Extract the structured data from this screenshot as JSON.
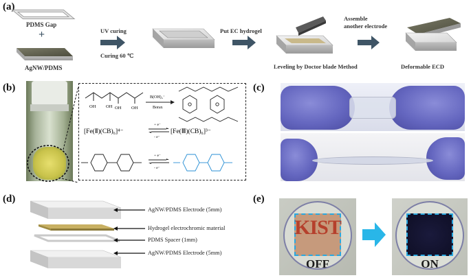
{
  "panels": {
    "a": "(a)",
    "b": "(b)",
    "c": "(c)",
    "d": "(d)",
    "e": "(e)"
  },
  "panel_a": {
    "pdms_gap": "PDMS Gap",
    "plus": "+",
    "agnw_pdms": "AgNW/PDMS",
    "uv_curing": "UV curing",
    "curing_temp": "Curing 60 ℃",
    "put_hydrogel": "Put EC hydrogel",
    "leveling": "Leveling by Doctor blade Method",
    "assemble_line1": "Assemble",
    "assemble_line2": "another electrode",
    "deformable": "Deformable ECD"
  },
  "panel_b": {
    "borax_reagent": "B(OH)₄⁻",
    "borax": "Borax",
    "fe2": "[Fe(Ⅱ)(CB)₆]⁴⁻",
    "fe3": "[Fe(Ⅲ)(CB)₆]³⁻",
    "plus_e": "+ e⁻",
    "minus_e": "- e⁻",
    "plus_e2": "+ e⁻",
    "minus_e2": "- e⁻",
    "oh": "OH"
  },
  "panel_d": {
    "layer1": "AgNW/PDMS Electrode (5mm)",
    "layer2": "Hydrogel electrochromic material",
    "layer3": "PDMS Spacer (1mm)",
    "layer4": "AgNW/PDMS Electrode (5mm)"
  },
  "panel_e": {
    "off": "OFF",
    "on": "ON",
    "logo_text": "KIST"
  },
  "colors": {
    "arrow": "#3f5566",
    "cyan_arrow": "#29b6e8",
    "dashed_box": "#29a8e0",
    "glove": "#6e6fc8",
    "hydrogel": "#c4a94a"
  }
}
